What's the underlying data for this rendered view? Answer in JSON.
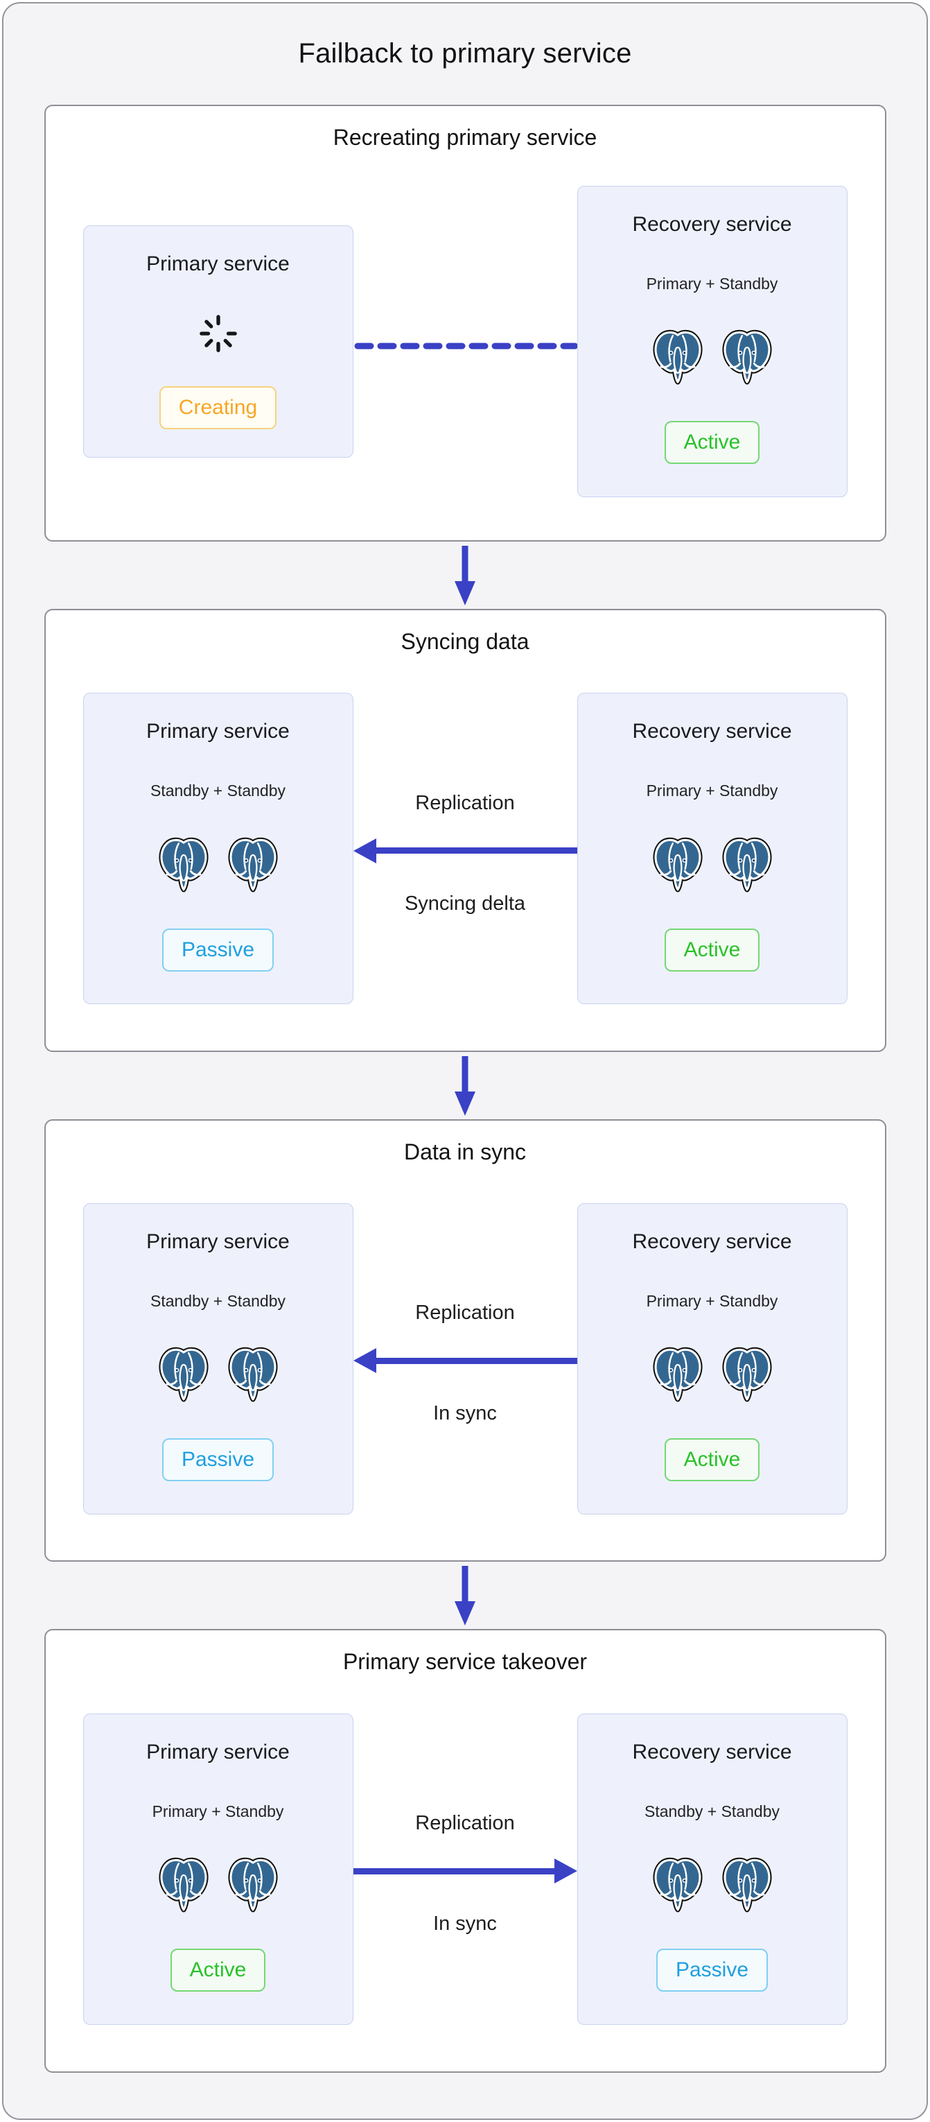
{
  "title": "Failback to primary service",
  "colors": {
    "canvas_bg": "#f4f4f6",
    "stage_bg": "#ffffff",
    "card_bg": "#eef1fb",
    "card_border": "#c9d3f0",
    "arrow_blue": "#3a41c5",
    "postgres_blue": "#336791",
    "status_creating": "#f6a723",
    "status_active": "#29c129",
    "status_passive": "#1f9fdf"
  },
  "sections": [
    {
      "heading": "Recreating primary service",
      "left_card": {
        "title": "Primary service",
        "status": "Creating",
        "icon": "spinner-icon"
      },
      "connector": {
        "style": "dashed",
        "direction": "none",
        "label_top": "",
        "label_bottom": ""
      },
      "right_card": {
        "title": "Recovery service",
        "subtitle": "Primary + Standby",
        "status": "Active",
        "icon": "postgres-elephant-icon x2"
      }
    },
    {
      "heading": "Syncing data",
      "left_card": {
        "title": "Primary service",
        "subtitle": "Standby + Standby",
        "status": "Passive",
        "icon": "postgres-elephant-icon x2"
      },
      "connector": {
        "style": "solid",
        "direction": "left",
        "label_top": "Replication",
        "label_bottom": "Syncing delta"
      },
      "right_card": {
        "title": "Recovery service",
        "subtitle": "Primary + Standby",
        "status": "Active",
        "icon": "postgres-elephant-icon x2"
      }
    },
    {
      "heading": "Data in sync",
      "left_card": {
        "title": "Primary service",
        "subtitle": "Standby + Standby",
        "status": "Passive",
        "icon": "postgres-elephant-icon x2"
      },
      "connector": {
        "style": "solid",
        "direction": "left",
        "label_top": "Replication",
        "label_bottom": "In sync"
      },
      "right_card": {
        "title": "Recovery service",
        "subtitle": "Primary + Standby",
        "status": "Active",
        "icon": "postgres-elephant-icon x2"
      }
    },
    {
      "heading": "Primary service takeover",
      "left_card": {
        "title": "Primary service",
        "subtitle": "Primary + Standby",
        "status": "Active",
        "icon": "postgres-elephant-icon x2"
      },
      "connector": {
        "style": "solid",
        "direction": "right",
        "label_top": "Replication",
        "label_bottom": "In sync"
      },
      "right_card": {
        "title": "Recovery service",
        "subtitle": "Standby + Standby",
        "status": "Passive",
        "icon": "postgres-elephant-icon x2"
      }
    }
  ]
}
